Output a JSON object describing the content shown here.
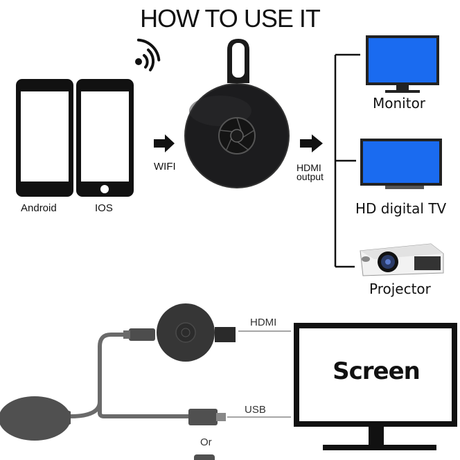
{
  "title": "HOW TO USE IT",
  "phones": {
    "left": "Android",
    "right": "IOS"
  },
  "wifi_label": "WIFI",
  "hdmi_output": [
    "HDMI",
    "output"
  ],
  "outputs": [
    {
      "label": "Monitor",
      "icon": "monitor-icon"
    },
    {
      "label": "HD digital TV",
      "icon": "tv-icon"
    },
    {
      "label": "Projector",
      "icon": "projector-icon"
    }
  ],
  "connection": {
    "hdmi_label": "HDMI",
    "usb_label": "USB",
    "or_label": "Or",
    "screen_label": "Screen"
  },
  "colors": {
    "dongle": "#1c1c1e",
    "screen_blue": "#1a6bf0",
    "cable": "#6a6a6a"
  }
}
